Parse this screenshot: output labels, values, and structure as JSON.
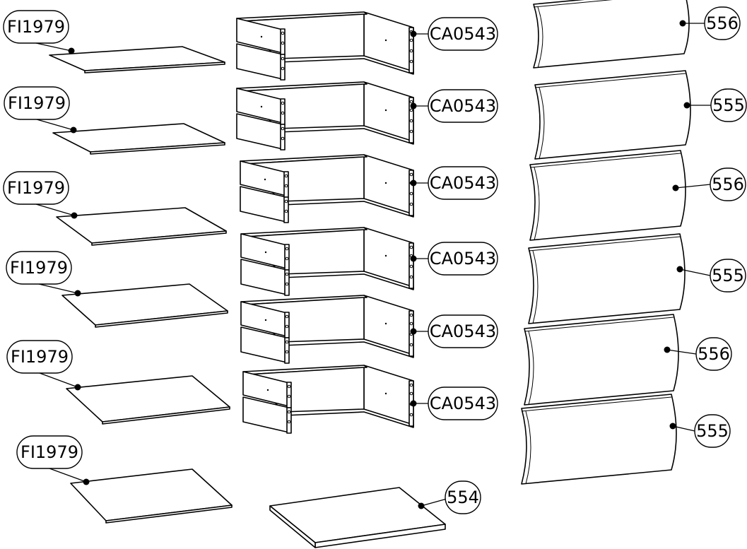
{
  "colors": {
    "line": "#000000",
    "background": "#ffffff"
  },
  "callouts": {
    "panels": [
      {
        "code": "FI1979"
      },
      {
        "code": "FI1979"
      },
      {
        "code": "FI1979"
      },
      {
        "code": "FI1979"
      },
      {
        "code": "FI1979"
      },
      {
        "code": "FI1979"
      }
    ],
    "drawers": [
      {
        "code": "CA0543"
      },
      {
        "code": "CA0543"
      },
      {
        "code": "CA0543"
      },
      {
        "code": "CA0543"
      },
      {
        "code": "CA0543"
      },
      {
        "code": "CA0543"
      }
    ],
    "base": {
      "code": "554"
    },
    "fronts": [
      {
        "code": "556"
      },
      {
        "code": "555"
      },
      {
        "code": "556"
      },
      {
        "code": "555"
      },
      {
        "code": "556"
      },
      {
        "code": "555"
      }
    ]
  }
}
